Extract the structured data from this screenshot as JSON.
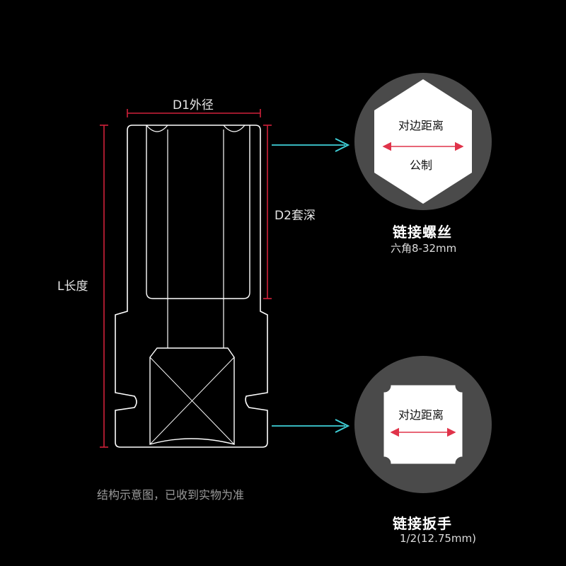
{
  "labels": {
    "d1": "D1外径",
    "d2": "D2套深",
    "length": "L长度"
  },
  "note": "结构示意图，已收到实物为准",
  "top_detail": {
    "inner_label": "对边距离",
    "metric_label": "公制",
    "title": "链接螺丝",
    "subtitle": "六角8-32mm"
  },
  "bottom_detail": {
    "inner_label": "对边距离",
    "title": "链接扳手",
    "subtitle": "1/2(12.75mm)"
  },
  "colors": {
    "background": "#000000",
    "outline": "#ffffff",
    "dimension_line": "#d0203a",
    "pointer_arrow": "#3fd0d8",
    "circle_fill": "#4a4a4a",
    "double_arrow": "#e0334a"
  }
}
